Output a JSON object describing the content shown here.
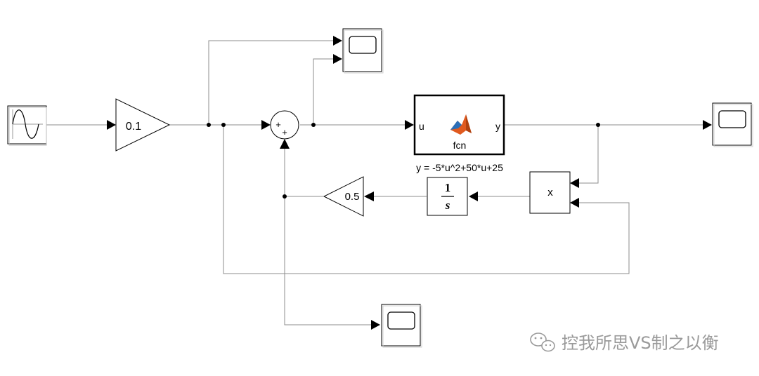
{
  "diagram": {
    "blocks": {
      "sine": {
        "label": ""
      },
      "gain1": {
        "label": "0.1"
      },
      "sum": {
        "sign1": "+",
        "sign2": "+"
      },
      "fcn": {
        "name": "fcn",
        "in_port": "u",
        "out_port": "y",
        "equation": "y = -5*u^2+50*u+25"
      },
      "product": {
        "label": "x"
      },
      "integrator": {
        "num": "1",
        "den": "s"
      },
      "gain2": {
        "label": "0.5"
      },
      "scope_top": {},
      "scope_right": {},
      "scope_bottom": {}
    }
  },
  "watermark": {
    "text": "控我所思VS制之以衡",
    "icon": "wechat-icon"
  },
  "colors": {
    "wire": "#8c8c8c",
    "matlab_logo": "#e05a1f",
    "matlab_logo_dark": "#b0410f",
    "matlab_logo_blue": "#2a6fb8",
    "watermark": "#9a9a9a"
  }
}
